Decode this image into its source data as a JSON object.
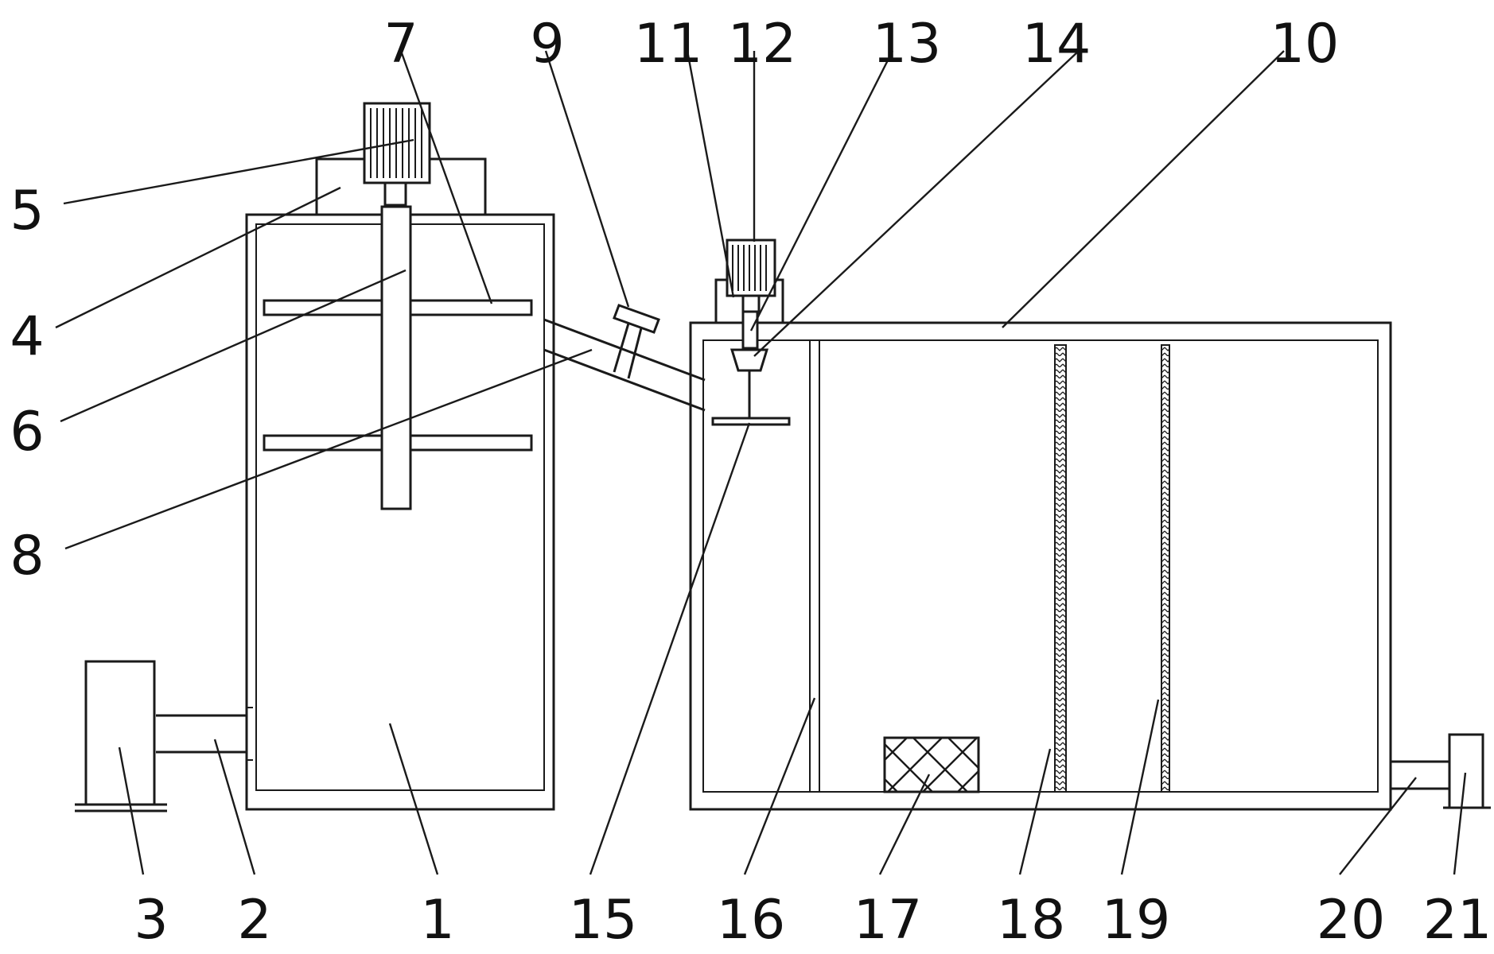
{
  "diagram": {
    "labels": [
      "1",
      "2",
      "3",
      "4",
      "5",
      "6",
      "7",
      "8",
      "9",
      "10",
      "11",
      "12",
      "13",
      "14",
      "15",
      "16",
      "17",
      "18",
      "19",
      "20",
      "21"
    ]
  }
}
